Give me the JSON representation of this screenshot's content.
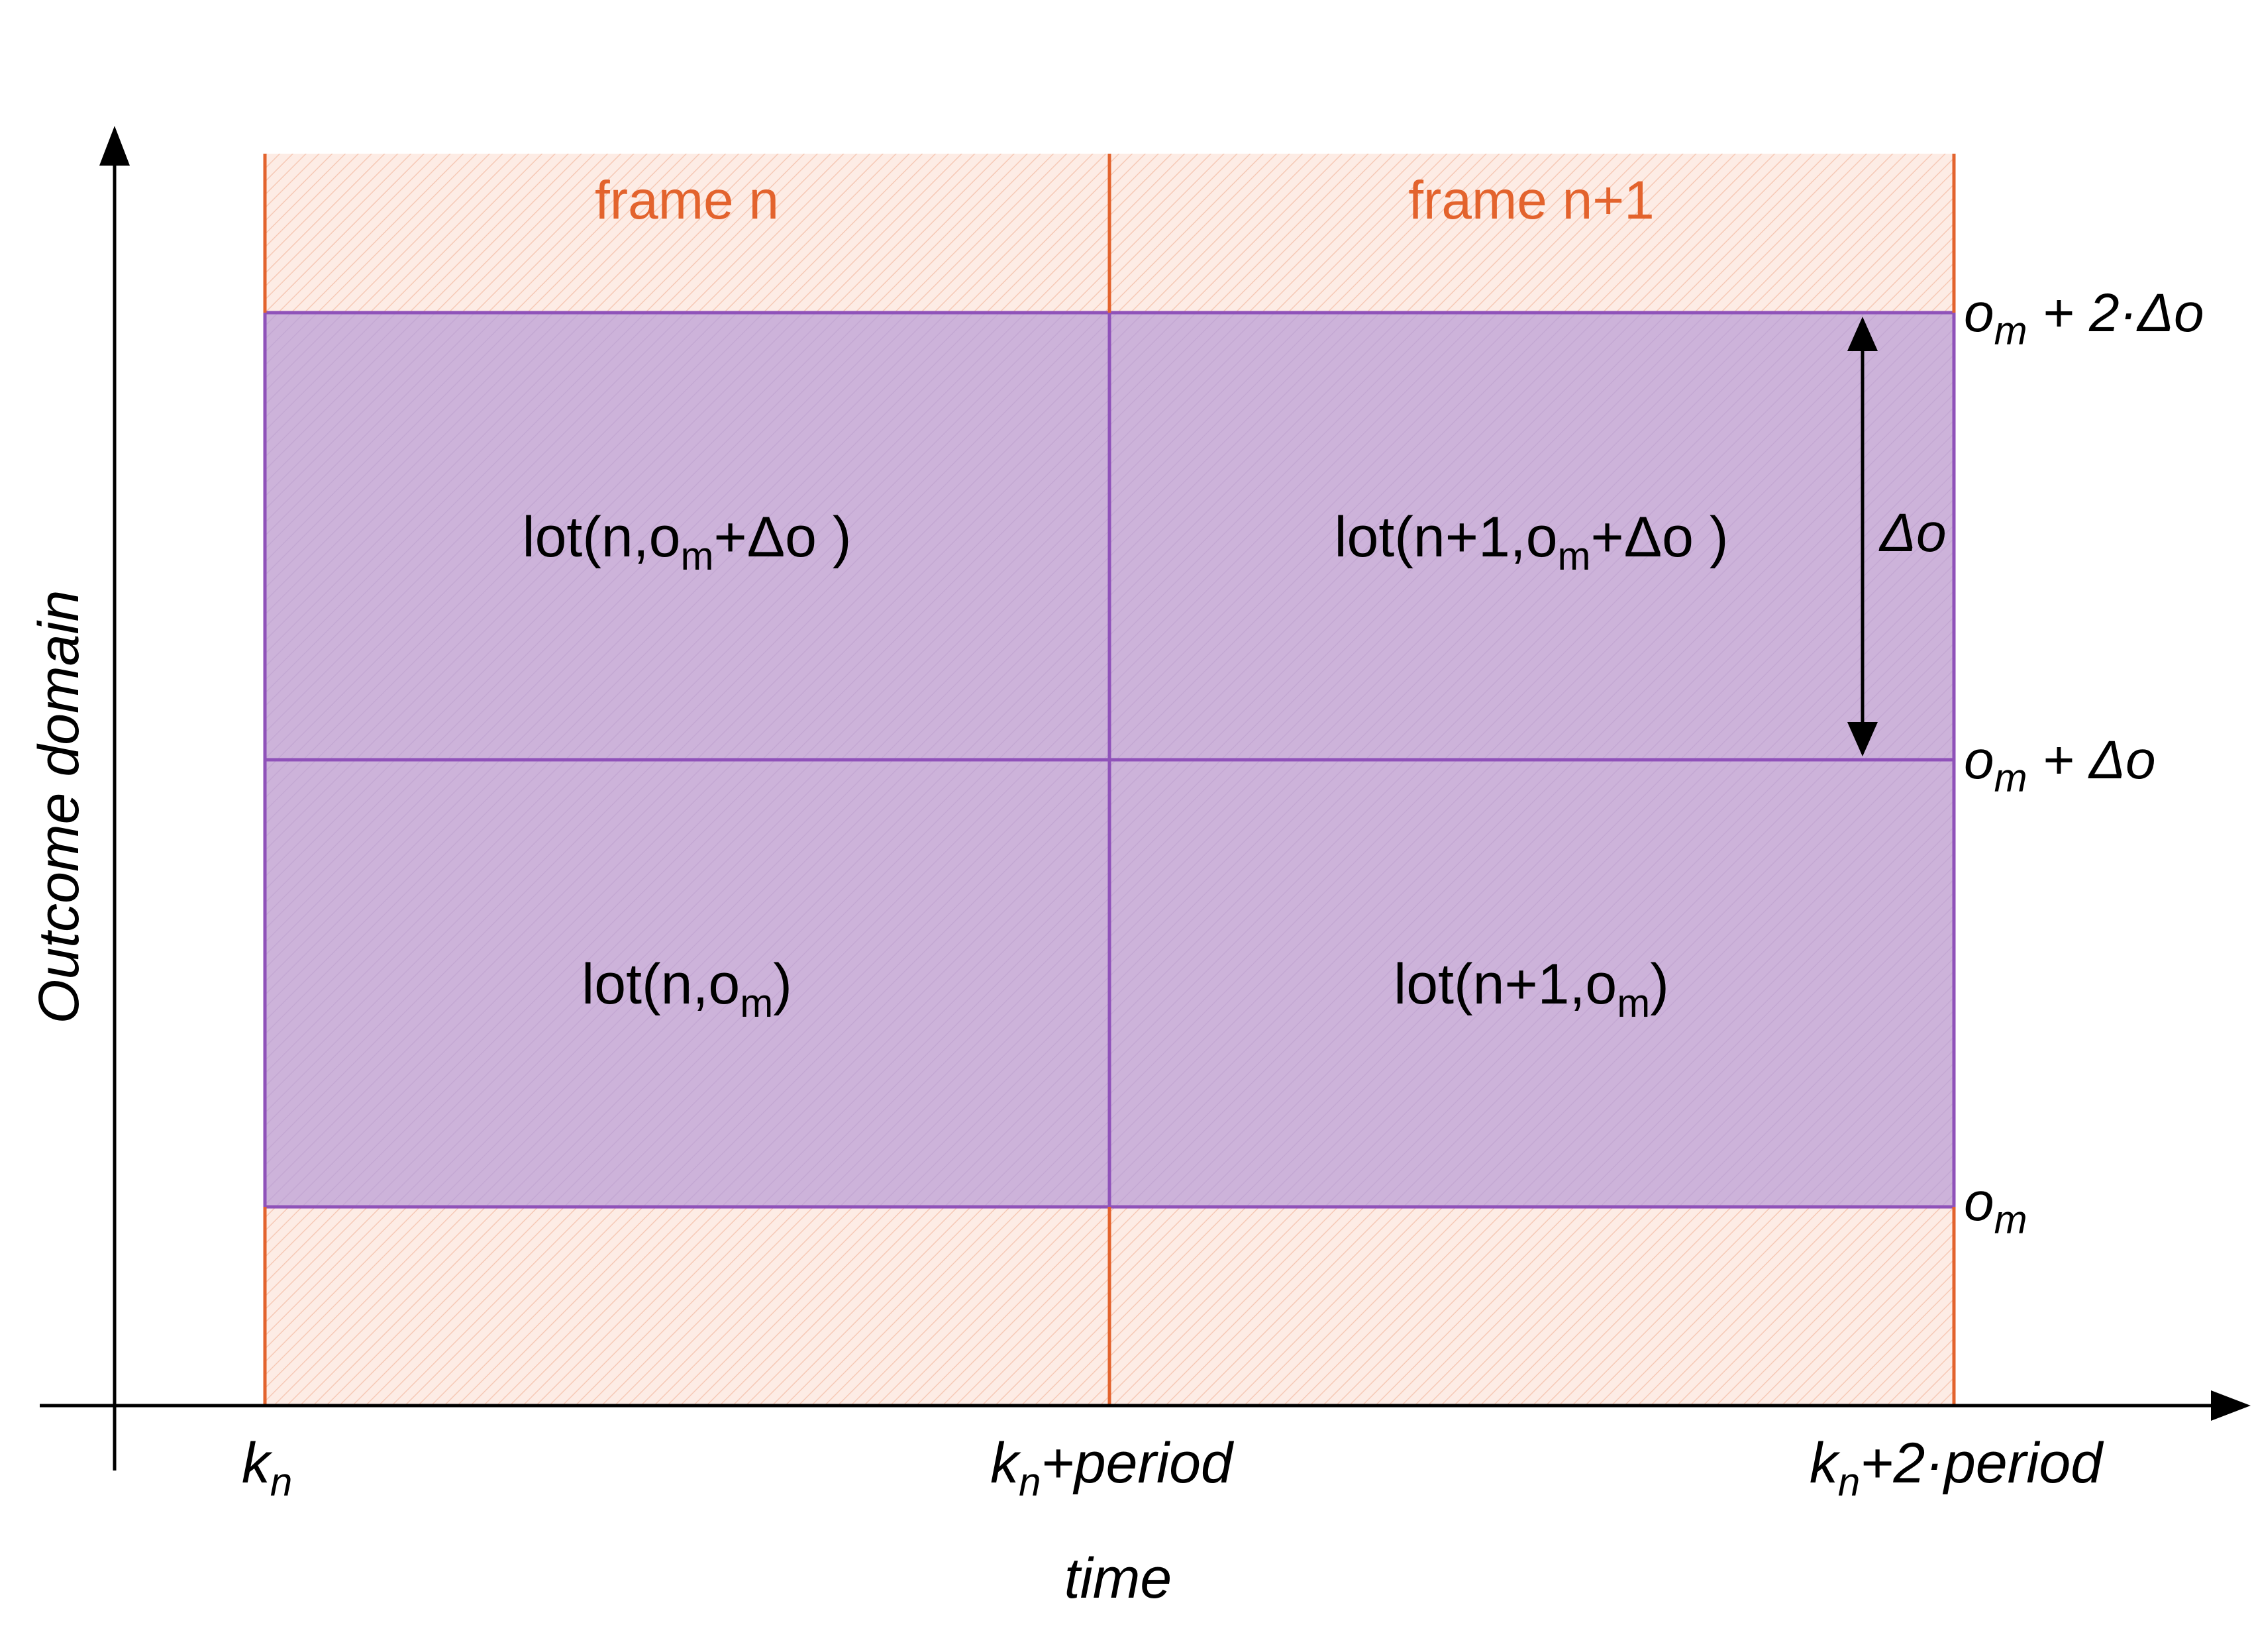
{
  "colors": {
    "axis": "#000000",
    "frame_line": "#e3632d",
    "frame_fill": "#fde9e1",
    "lot_fill": "#ccb1d9",
    "lot_line": "#8f52b9",
    "text": "#000000",
    "frame_text": "#e3632d"
  },
  "axes": {
    "y_title": "Outcome domain",
    "x_title": "time"
  },
  "frames": [
    {
      "label": "frame n"
    },
    {
      "label": "frame n+1"
    }
  ],
  "lots": {
    "top_left": {
      "prefix": "lot(n,o",
      "sub": "m",
      "suffix": "+Δo )"
    },
    "top_right": {
      "prefix": "lot(n+1,o",
      "sub": "m",
      "suffix": "+Δo )"
    },
    "bottom_left": {
      "prefix": "lot(n,o",
      "sub": "m",
      "suffix": ")"
    },
    "bottom_right": {
      "prefix": "lot(n+1,o",
      "sub": "m",
      "suffix": ")"
    }
  },
  "x_ticks": [
    {
      "base": "k",
      "sub": "n",
      "suffix": ""
    },
    {
      "base": "k",
      "sub": "n",
      "suffix": "+period"
    },
    {
      "base": "k",
      "sub": "n",
      "suffix": "+2·period"
    }
  ],
  "o_levels": [
    {
      "base": "o",
      "sub": "m",
      "suffix": " + 2·Δo"
    },
    {
      "base": "o",
      "sub": "m",
      "suffix": " + Δo"
    },
    {
      "base": "o",
      "sub": "m",
      "suffix": ""
    }
  ],
  "delta_label": "Δo"
}
